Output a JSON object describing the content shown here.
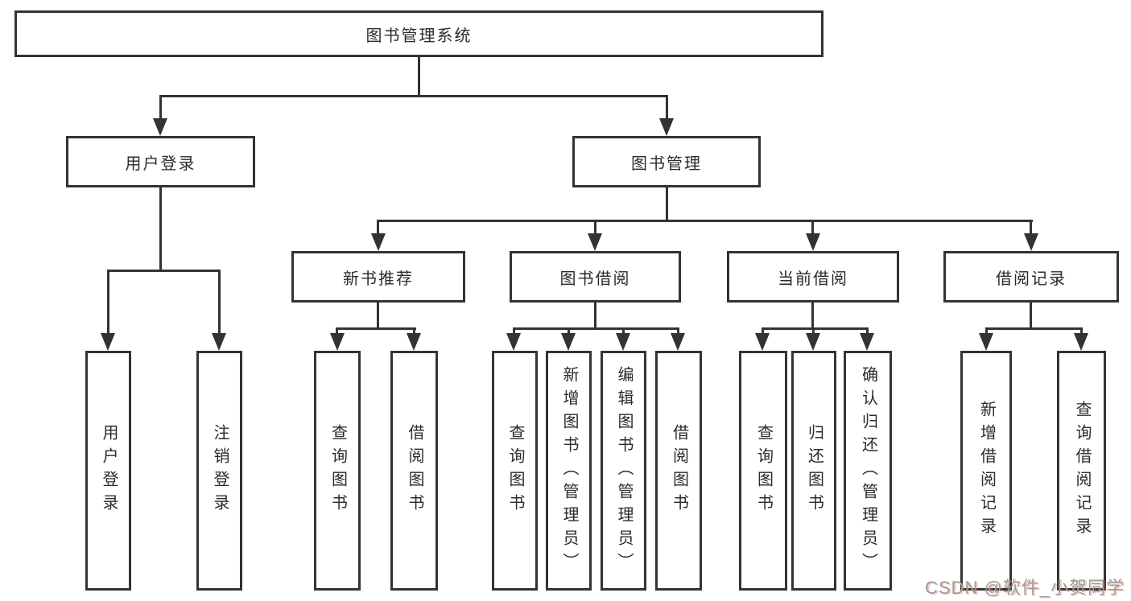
{
  "colors": {
    "background": "#ffffff",
    "line": "#333333",
    "box_border": "#333333",
    "text": "#2b2b2b",
    "watermark_gray": "#9c9c9c",
    "watermark_red_ghost": "#fc5531"
  },
  "watermark": {
    "text": "CSDN @软件_小贺同学"
  },
  "tree": {
    "label": "图书管理系统",
    "children": [
      {
        "label": "用户登录",
        "children": [
          {
            "label": "用户登录"
          },
          {
            "label": "注销登录"
          }
        ]
      },
      {
        "label": "图书管理",
        "children": [
          {
            "label": "新书推荐",
            "children": [
              {
                "label": "查询图书"
              },
              {
                "label": "借阅图书"
              }
            ]
          },
          {
            "label": "图书借阅",
            "children": [
              {
                "label": "查询图书"
              },
              {
                "label": "新增图书（管理员）"
              },
              {
                "label": "编辑图书（管理员）"
              },
              {
                "label": "借阅图书"
              }
            ]
          },
          {
            "label": "当前借阅",
            "children": [
              {
                "label": "查询图书"
              },
              {
                "label": "归还图书"
              },
              {
                "label": "确认归还（管理员）"
              }
            ]
          },
          {
            "label": "借阅记录",
            "children": [
              {
                "label": "新增借阅记录"
              },
              {
                "label": "查询借阅记录"
              }
            ]
          }
        ]
      }
    ]
  }
}
